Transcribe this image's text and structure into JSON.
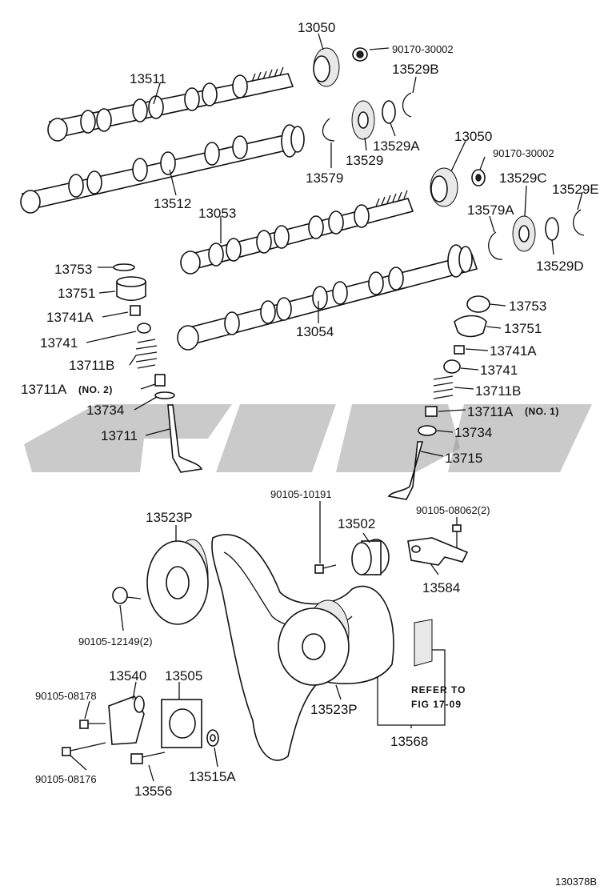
{
  "diagram_code": "130378B",
  "labels": {
    "l13050a": "13050",
    "l90170a": "90170-30002",
    "l13529B": "13529B",
    "l13511": "13511",
    "l13579": "13579",
    "l13529": "13529",
    "l13529A": "13529A",
    "l13050b": "13050",
    "l90170b": "90170-30002",
    "l13529C": "13529C",
    "l13529E": "13529E",
    "l13512": "13512",
    "l13053": "13053",
    "l13579A": "13579A",
    "l13529D": "13529D",
    "l13753a": "13753",
    "l13751a": "13751",
    "l13741Aa": "13741A",
    "l13741a": "13741",
    "l13711B_a": "13711B",
    "l13711A_a": "13711A",
    "l13734a": "13734",
    "l13711": "13711",
    "l13054": "13054",
    "l13753b": "13753",
    "l13751b": "13751",
    "l13741Ab": "13741A",
    "l13741b": "13741",
    "l13711B_b": "13711B",
    "l13711A_b": "13711A",
    "l13734b": "13734",
    "l13715": "13715",
    "l90105_10191": "90105-10191",
    "l13502": "13502",
    "l90105_08062": "90105-08062(2)",
    "l13523P_a": "13523P",
    "l13584": "13584",
    "l90105_12149": "90105-12149(2)",
    "l13540": "13540",
    "l13505": "13505",
    "l90105_08178": "90105-08178",
    "l13523P_b": "13523P",
    "l13568": "13568",
    "l90105_08176": "90105-08176",
    "l13556": "13556",
    "l13515A": "13515A"
  },
  "notes": {
    "no2": "(NO. 2)",
    "no1": "(NO. 1)",
    "refer_line1": "REFER TO",
    "refer_line2": "FIG 17-09"
  }
}
